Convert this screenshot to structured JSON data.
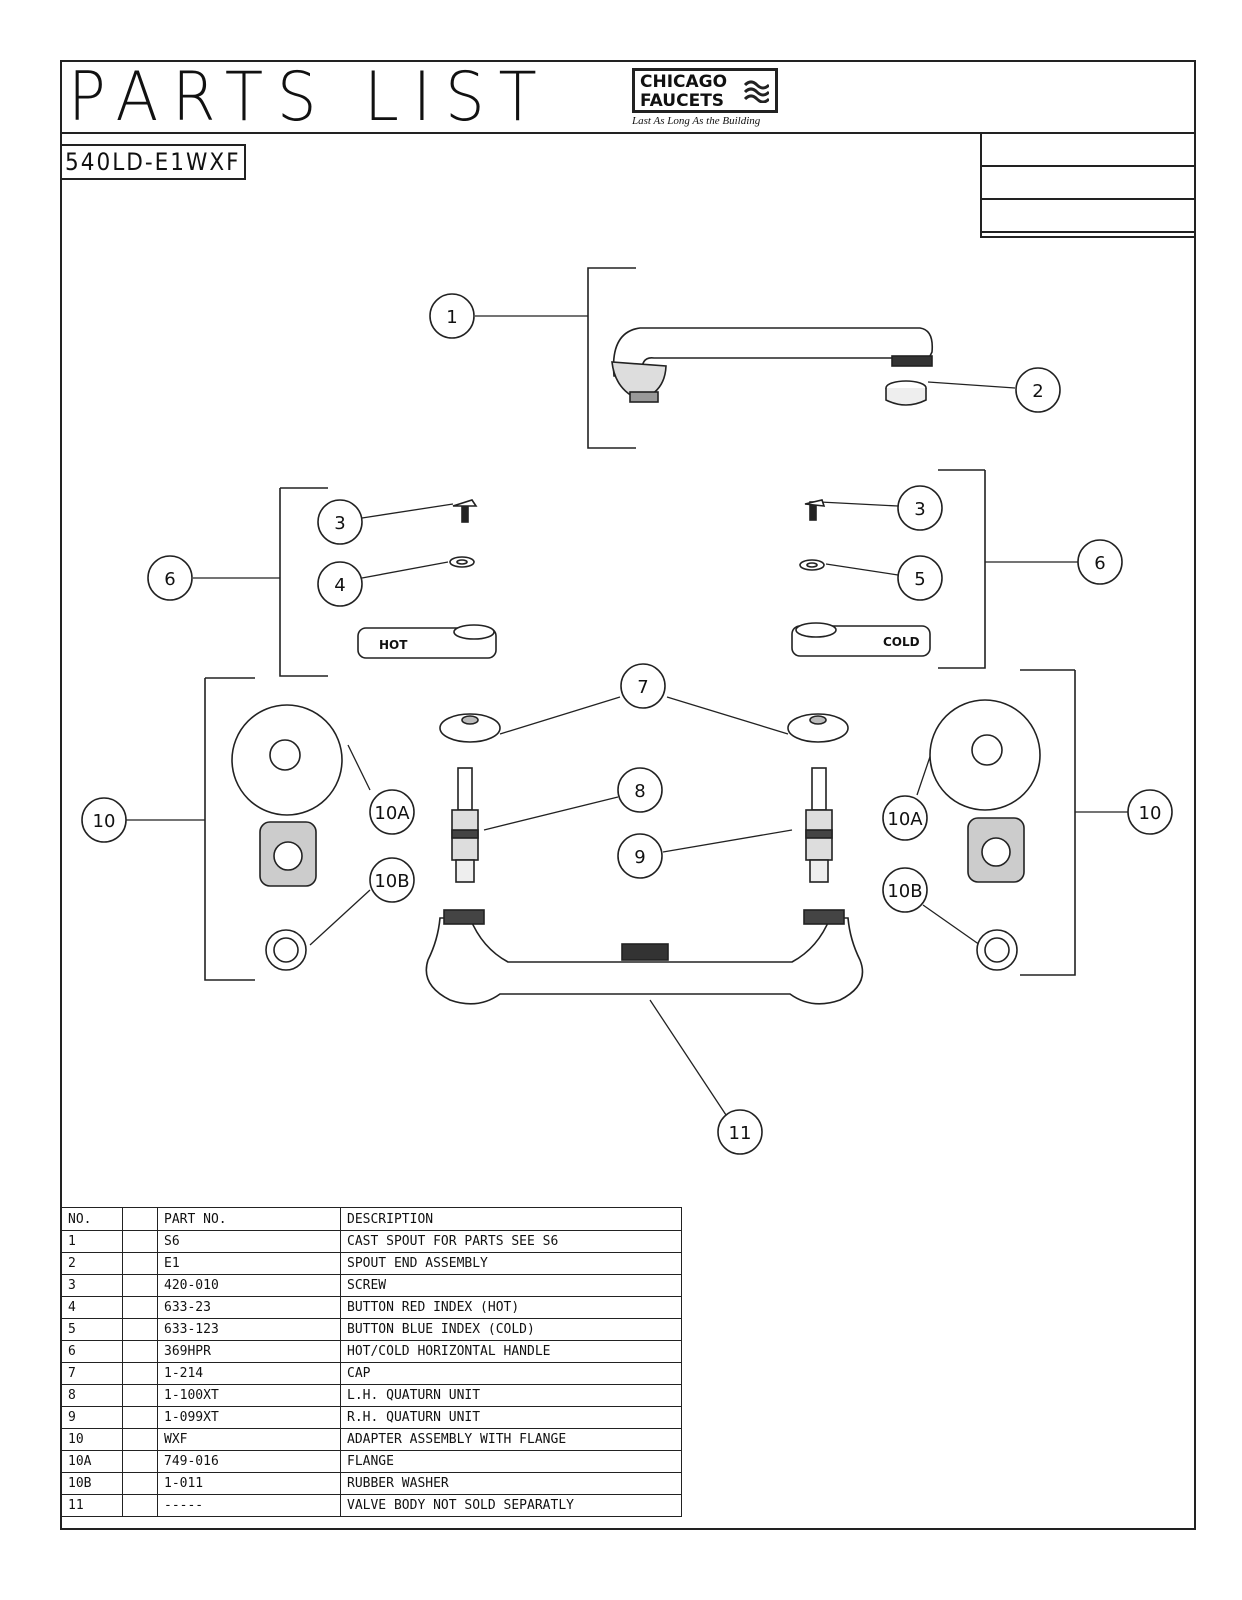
{
  "header": {
    "title": "PARTS LIST",
    "model": "540LD-E1WXF",
    "logo": {
      "line1": "CHICAGO",
      "line2": "FAUCETS",
      "tagline": "Last As Long As the Building"
    }
  },
  "diagram": {
    "labels": {
      "hot": "HOT",
      "cold": "COLD"
    },
    "callouts": [
      "1",
      "2",
      "3",
      "3",
      "6",
      "6",
      "4",
      "5",
      "7",
      "8",
      "9",
      "10",
      "10",
      "10A",
      "10A",
      "10B",
      "10B",
      "11"
    ]
  },
  "table": {
    "headers": [
      "NO.",
      "",
      "PART NO.",
      "DESCRIPTION"
    ],
    "rows": [
      {
        "no": "1",
        "part": "S6",
        "desc": "CAST SPOUT FOR PARTS SEE S6"
      },
      {
        "no": "2",
        "part": "E1",
        "desc": "SPOUT END ASSEMBLY"
      },
      {
        "no": "3",
        "part": "420-010",
        "desc": "SCREW"
      },
      {
        "no": "4",
        "part": "633-23",
        "desc": "BUTTON RED INDEX (HOT)"
      },
      {
        "no": "5",
        "part": "633-123",
        "desc": "BUTTON BLUE INDEX (COLD)"
      },
      {
        "no": "6",
        "part": "369HPR",
        "desc": "HOT/COLD HORIZONTAL HANDLE"
      },
      {
        "no": "7",
        "part": "1-214",
        "desc": "CAP"
      },
      {
        "no": "8",
        "part": "1-100XT",
        "desc": "L.H. QUATURN UNIT"
      },
      {
        "no": "9",
        "part": "1-099XT",
        "desc": "R.H. QUATURN UNIT"
      },
      {
        "no": "10",
        "part": "WXF",
        "desc": "ADAPTER ASSEMBLY WITH FLANGE"
      },
      {
        "no": "10A",
        "part": "749-016",
        "desc": "FLANGE"
      },
      {
        "no": "10B",
        "part": "1-011",
        "desc": "RUBBER WASHER"
      },
      {
        "no": "11",
        "part": "-----",
        "desc": "VALVE BODY NOT SOLD SEPARATLY"
      }
    ]
  }
}
